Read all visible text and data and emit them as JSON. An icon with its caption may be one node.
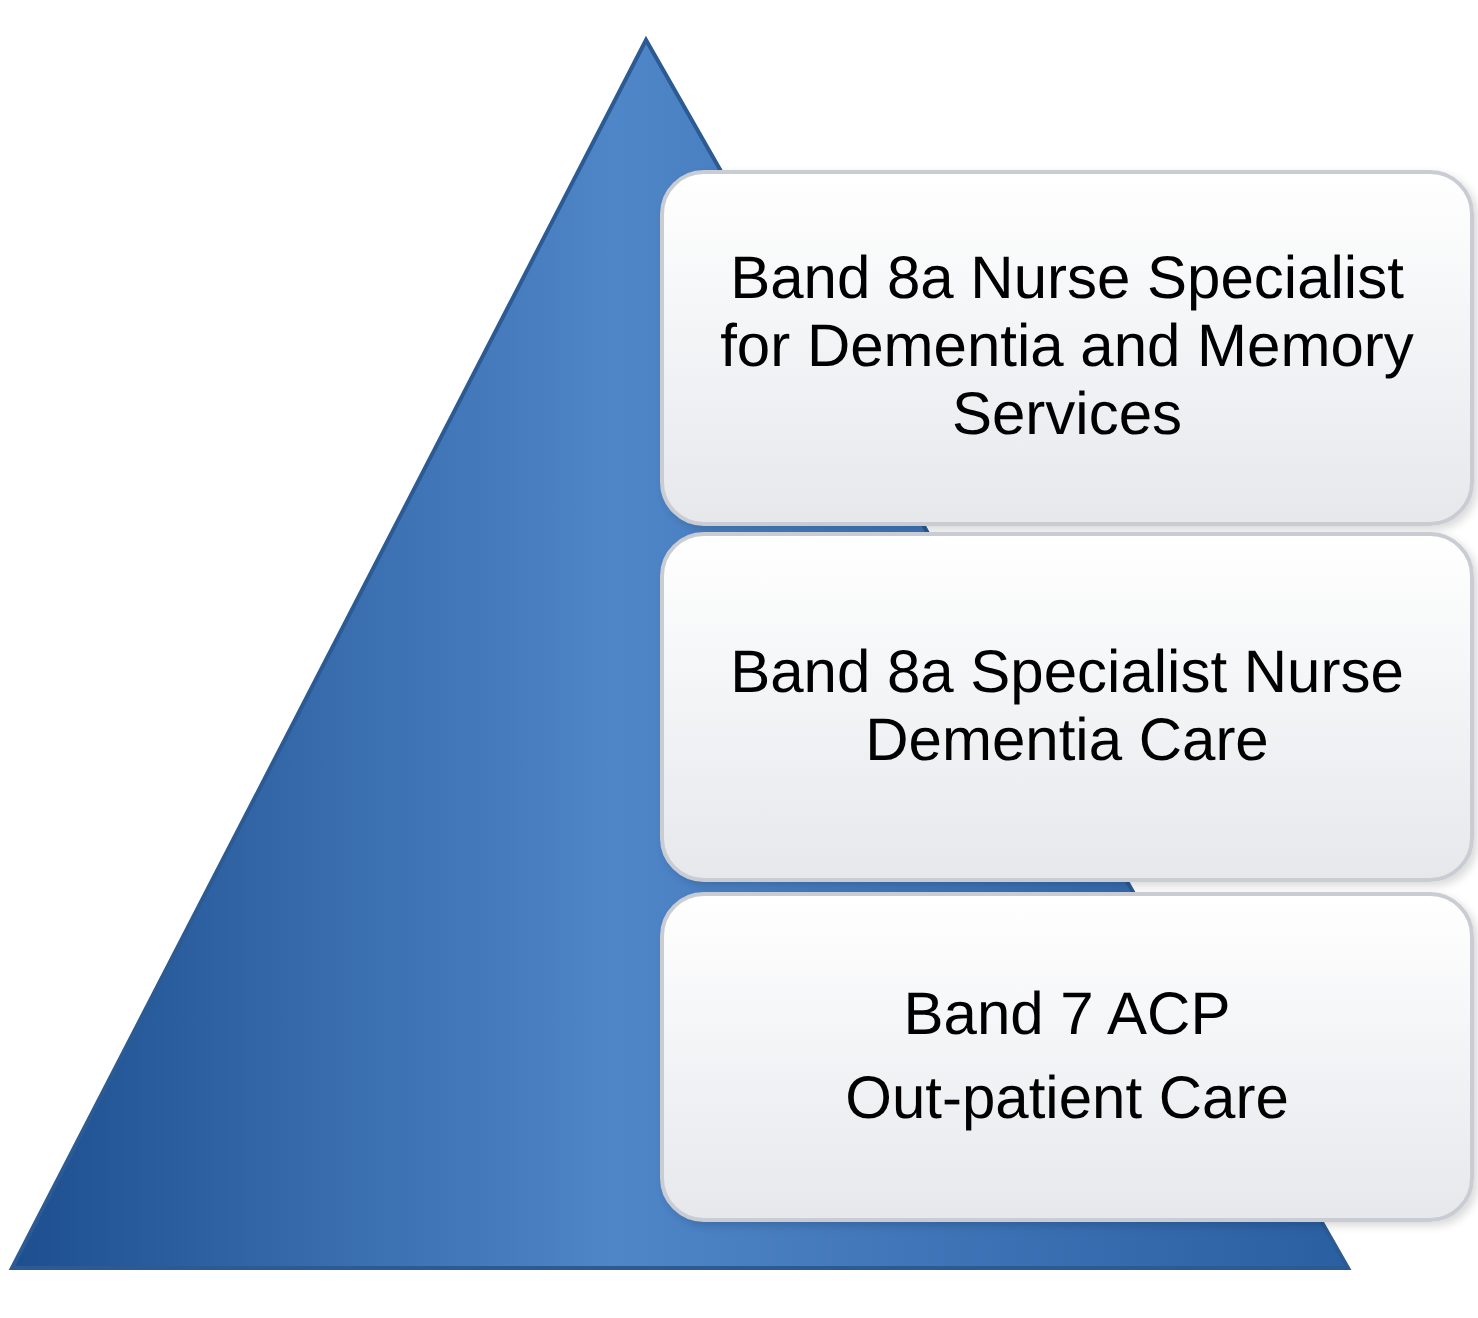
{
  "diagram": {
    "nodes": [
      {
        "text": [],
        "shape": "triangle"
      },
      {
        "text": [
          "Band 8a Nurse Specialist for Dementia and Memory Services"
        ]
      },
      {
        "text": [
          "Band 8a Specialist Nurse Dementia Care"
        ]
      },
      {
        "text": [
          "Band 7 ACP",
          "Out-patient Care"
        ]
      }
    ]
  }
}
